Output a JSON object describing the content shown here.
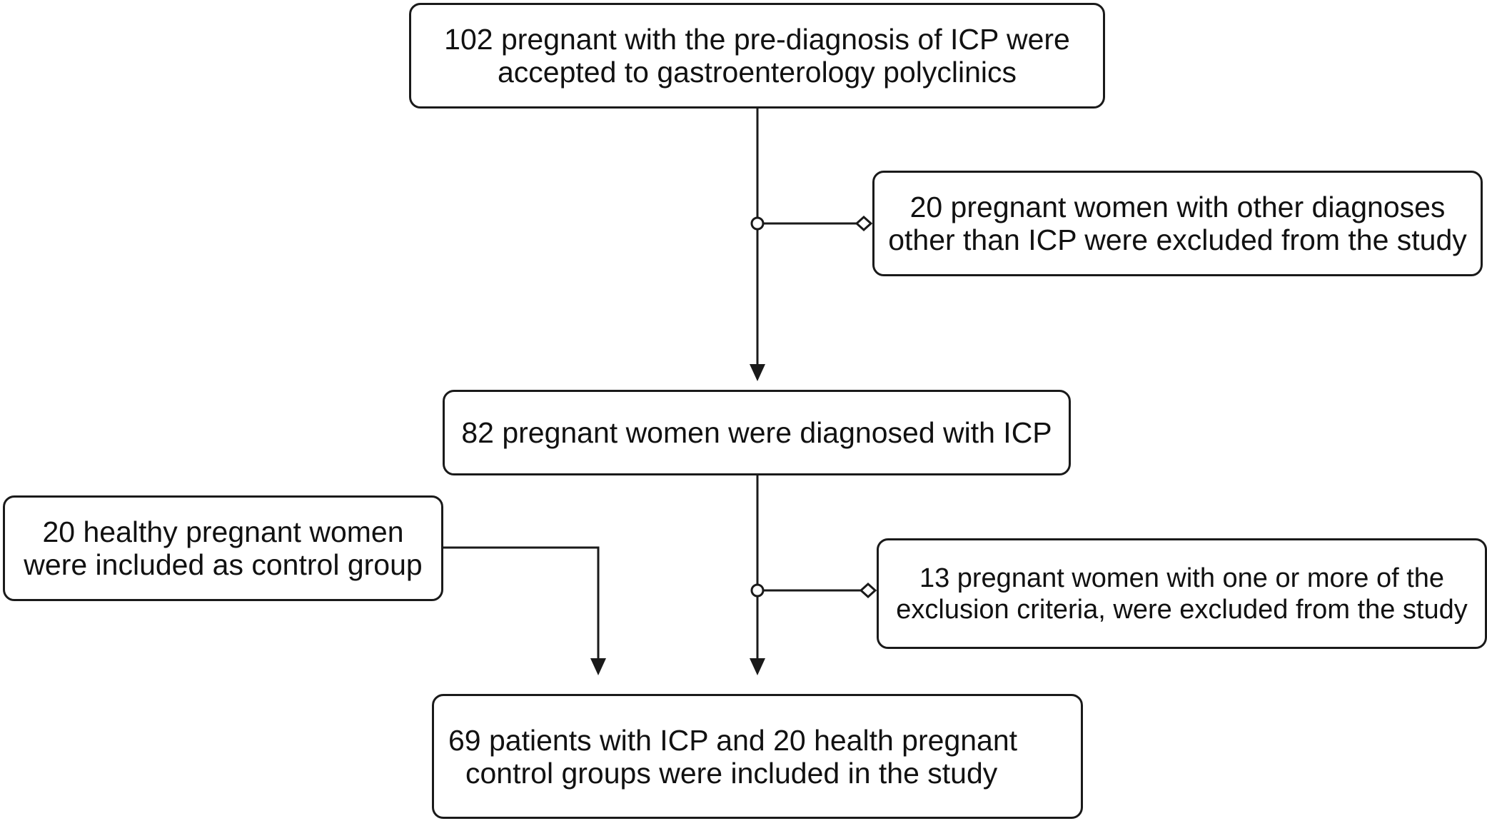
{
  "flowchart": {
    "box_top": {
      "line1": "102 pregnant with the pre-diagnosis of ICP were",
      "line2": "accepted to gastroenterology polyclinics"
    },
    "box_excluded_other": {
      "line1": "20 pregnant women with other diagnoses",
      "line2": "other than ICP were excluded from the study"
    },
    "box_diagnosed": {
      "line1": "82 pregnant women were diagnosed with ICP"
    },
    "box_control": {
      "line1": "20 healthy pregnant women",
      "line2": "were included as control group"
    },
    "box_excluded_criteria": {
      "line1": "13 pregnant women with one or more of the",
      "line2": "exclusion criteria, were excluded from the study"
    },
    "box_final": {
      "line1": "69 patients with ICP and 20 health pregnant",
      "line2": "control groups were included in the study"
    }
  }
}
